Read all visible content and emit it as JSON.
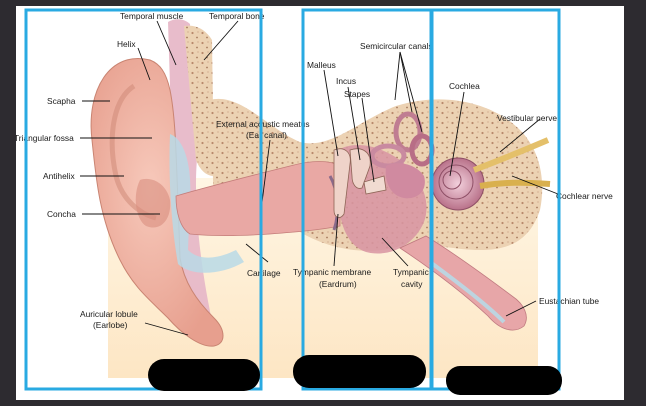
{
  "labels": {
    "temporal_muscle": "Temporal muscle",
    "temporal_bone": "Temporal bone",
    "helix": "Helix",
    "scapha": "Scapha",
    "triangular_fossa": "Triangular fossa",
    "antihelix": "Antihelix",
    "concha": "Concha",
    "auricular_lobule": "Auricular lobule",
    "earlobe": "(Earlobe)",
    "external_meatus": "External acoustic meatus",
    "ear_canal": "(Ear canal)",
    "cartilage": "Cartilage",
    "semicircular_canals": "Semicircular canals",
    "malleus": "Malleus",
    "incus": "Incus",
    "stapes": "Stapes",
    "cochlea": "Cochlea",
    "vestibular_nerve": "Vestibular nerve",
    "cochlear_nerve": "Cochlear nerve",
    "tympanic_membrane": "Tympanic membrane",
    "eardrum": "(Eardrum)",
    "tympanic_cavity": "Tympanic",
    "cavity": "cavity",
    "eustachian_tube": "Eustachian tube"
  },
  "colors": {
    "highlight_box": "#29aae2",
    "redaction": "#000000",
    "skin": "#f2b6a8",
    "bone": "#e9c9a8",
    "canal": "#e8a0a0",
    "inner_ear": "#c98a9a"
  }
}
